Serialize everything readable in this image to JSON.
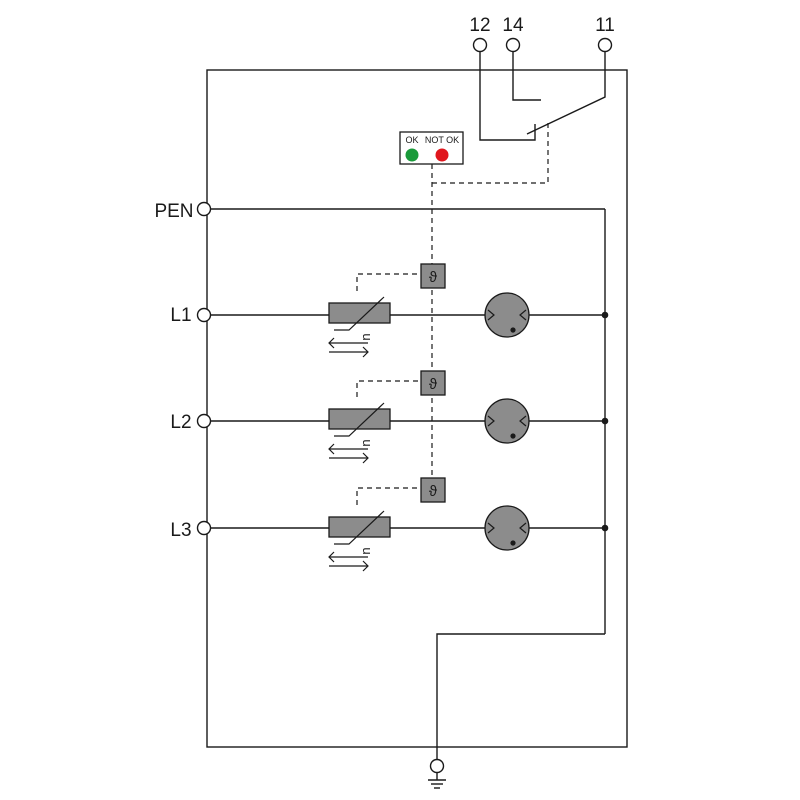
{
  "terminals": {
    "top": [
      "12",
      "14",
      "11"
    ],
    "left": [
      "PEN",
      "L1",
      "L2",
      "L3"
    ]
  },
  "indicator": {
    "ok_label": "OK",
    "notok_label": "NOT OK",
    "ok_color": "#1a9a3a",
    "notok_color": "#e0161d"
  },
  "stages": [
    {
      "line": "L1",
      "varistor_symbol": "u",
      "thermal_symbol": "ϑ"
    },
    {
      "line": "L2",
      "varistor_symbol": "u",
      "thermal_symbol": "ϑ"
    },
    {
      "line": "L3",
      "varistor_symbol": "u",
      "thermal_symbol": "ϑ"
    }
  ],
  "colors": {
    "component_fill": "#8c8c8c",
    "line": "#1a1a1a"
  },
  "icons": {
    "ground": "ground-icon",
    "spark_gap": "spark-gap-icon",
    "varistor": "varistor-icon",
    "thermal_disconnector": "thermal-disconnector-icon"
  }
}
